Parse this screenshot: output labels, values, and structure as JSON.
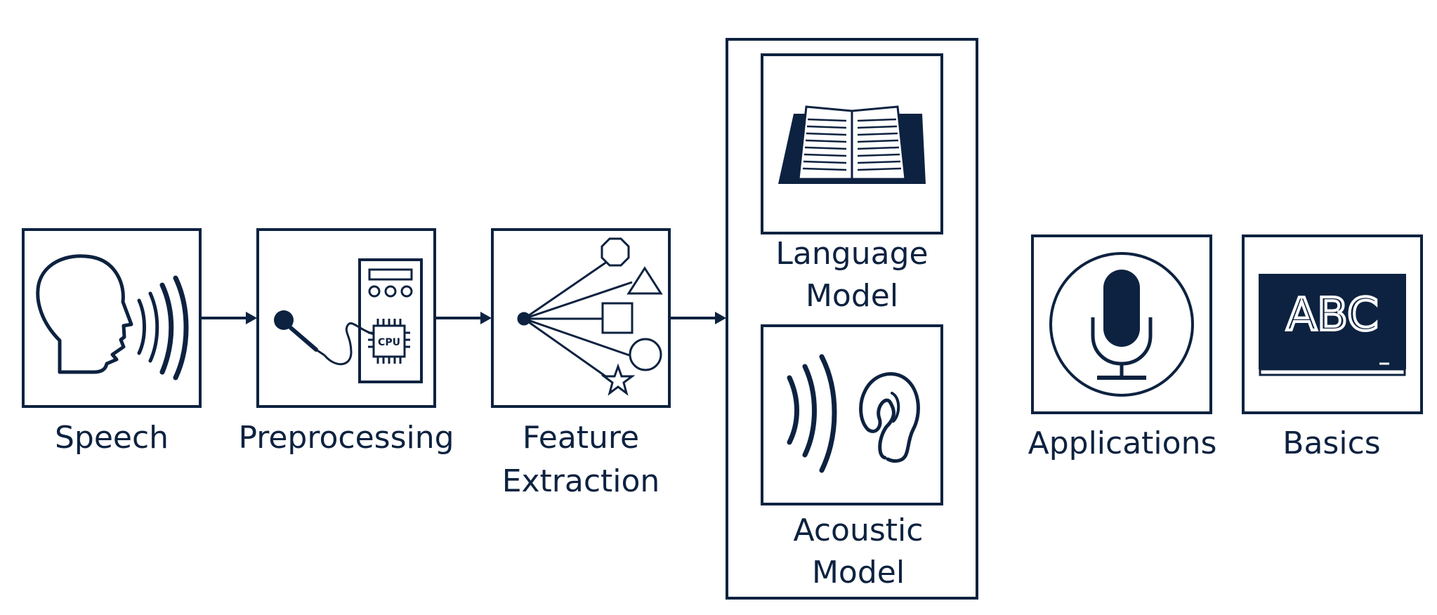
{
  "colors": {
    "ink": "#0d2240",
    "background": "#ffffff"
  },
  "pipeline": {
    "speech": {
      "label": "Speech",
      "icon": "speaking-head-icon"
    },
    "preprocessing": {
      "label": "Preprocessing",
      "icon": "microphone-cpu-icon",
      "chip_text": "CPU"
    },
    "feature_extraction": {
      "label_line1": "Feature",
      "label_line2": "Extraction",
      "icon": "feature-shapes-icon"
    },
    "models": {
      "language_model": {
        "label_line1": "Language",
        "label_line2": "Model",
        "icon": "open-book-icon"
      },
      "acoustic_model": {
        "label_line1": "Acoustic",
        "label_line2": "Model",
        "icon": "sound-ear-icon"
      }
    }
  },
  "side_panels": {
    "applications": {
      "label": "Applications",
      "icon": "microphone-icon"
    },
    "basics": {
      "label": "Basics",
      "icon": "chalkboard-icon",
      "board_text": "ABC"
    }
  }
}
